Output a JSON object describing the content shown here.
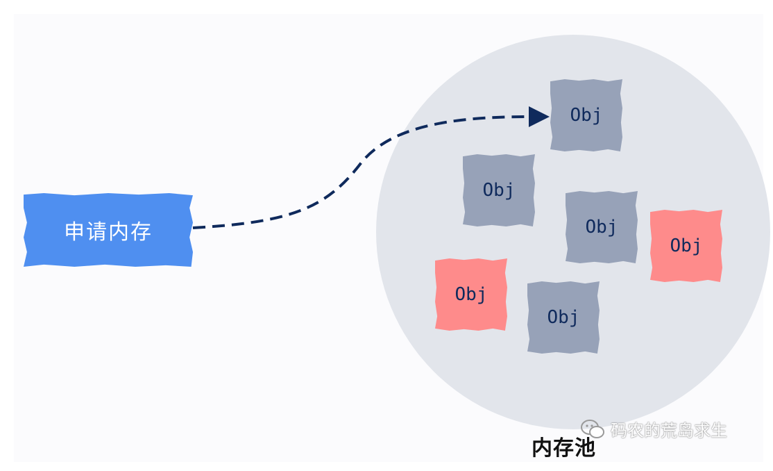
{
  "request": {
    "label": "申请内存"
  },
  "pool": {
    "label": "内存池",
    "objects": [
      {
        "label": "Obj",
        "state": "allocated"
      },
      {
        "label": "Obj",
        "state": "free"
      },
      {
        "label": "Obj",
        "state": "free"
      },
      {
        "label": "Obj",
        "state": "in-use"
      },
      {
        "label": "Obj",
        "state": "in-use"
      },
      {
        "label": "Obj",
        "state": "free"
      }
    ]
  },
  "watermark": {
    "text": "码农的荒岛求生",
    "icon": "wechat-icon"
  },
  "colors": {
    "request_box": "#4f8ff0",
    "pool_circle": "#e2e5eb",
    "obj_free": "#97a2b8",
    "obj_in_use": "#fe8b8b",
    "arrow": "#0f2a5c"
  }
}
